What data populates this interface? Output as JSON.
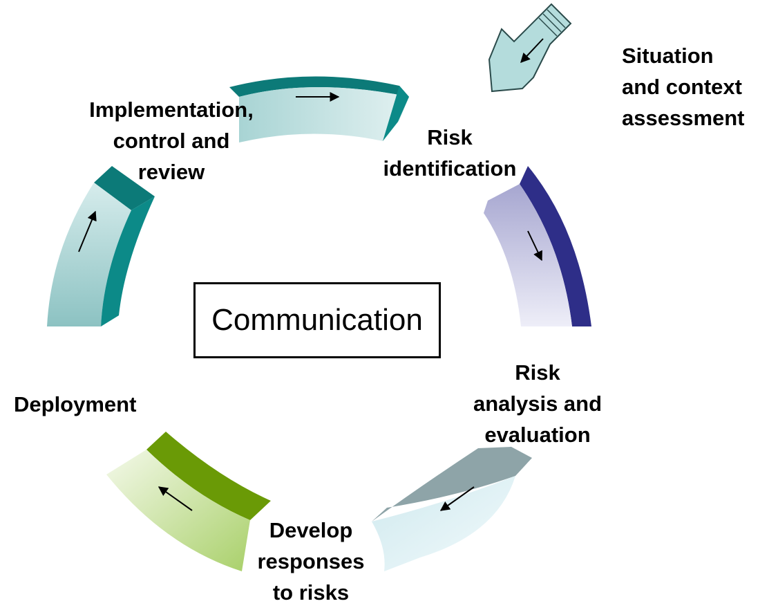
{
  "center": {
    "label": "Communication"
  },
  "steps": {
    "situation": {
      "lines": [
        "Situation",
        "and context",
        "assessment"
      ]
    },
    "identification": {
      "lines": [
        "Risk",
        "identification"
      ]
    },
    "analysis": {
      "lines": [
        "Risk",
        "analysis and",
        "evaluation"
      ]
    },
    "responses": {
      "lines": [
        "Develop",
        "responses",
        "to risks"
      ]
    },
    "deployment": {
      "lines": [
        "Deployment"
      ]
    },
    "implementation": {
      "lines": [
        "Implementation,",
        "control and",
        "review"
      ]
    }
  },
  "colors": {
    "teal_dark": "#0c7a78",
    "teal_light": "#d8eeee",
    "navy_dark": "#2e2e88",
    "lavender_light": "#e6e6f4",
    "slate": "#8ea4a8",
    "ice_light": "#e8f6fa",
    "green_dark": "#6a9a06",
    "green_light": "#eef6dc",
    "pencil_fill": "#b4dcdc"
  }
}
